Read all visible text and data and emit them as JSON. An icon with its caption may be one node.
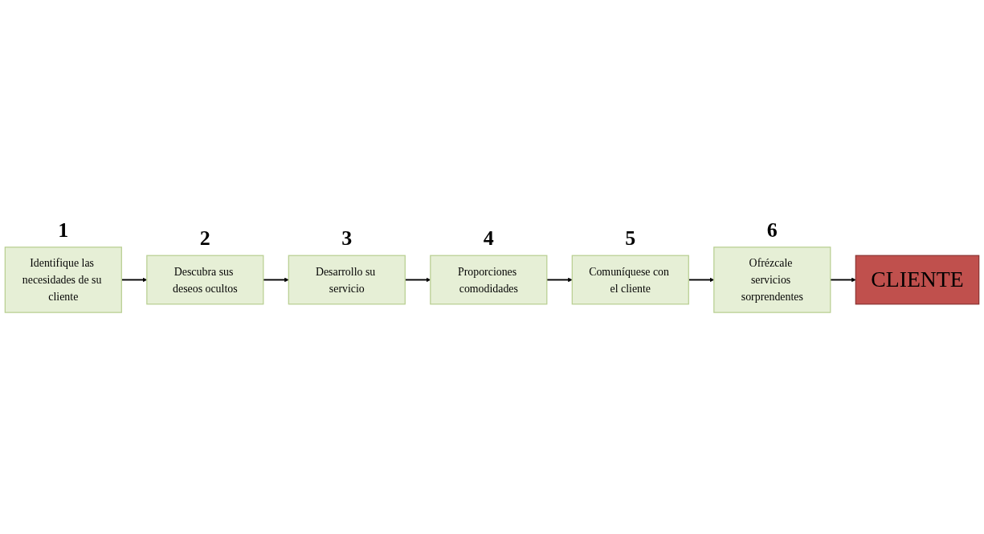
{
  "diagram": {
    "nodes": [
      {
        "text": [
          "Identifique las necesidades de su cliente"
        ],
        "beside": [
          "1"
        ]
      },
      {
        "text": [
          "Descubra sus deseos ocultos"
        ],
        "beside": [
          "2"
        ]
      },
      {
        "text": [
          "Desarrollo su servicio"
        ],
        "beside": [
          "3"
        ]
      },
      {
        "text": [
          "Proporciones comodidades"
        ],
        "beside": [
          "4"
        ]
      },
      {
        "text": [
          "Comuníquese con el cliente"
        ],
        "beside": [
          "5"
        ]
      },
      {
        "text": [
          "Ofrézcale servicios sorprendentes"
        ],
        "beside": [
          "6"
        ]
      },
      {
        "text": [
          "CLIENTE"
        ]
      }
    ],
    "edges": [
      {
        "from": 0,
        "to": 1,
        "arrow": "to"
      },
      {
        "from": 1,
        "to": 2,
        "arrow": "to"
      },
      {
        "from": 2,
        "to": 3,
        "arrow": "to"
      },
      {
        "from": 3,
        "to": 4,
        "arrow": "to"
      },
      {
        "from": 4,
        "to": 5,
        "arrow": "to"
      },
      {
        "from": 5,
        "to": 6,
        "arrow": "to"
      }
    ]
  }
}
